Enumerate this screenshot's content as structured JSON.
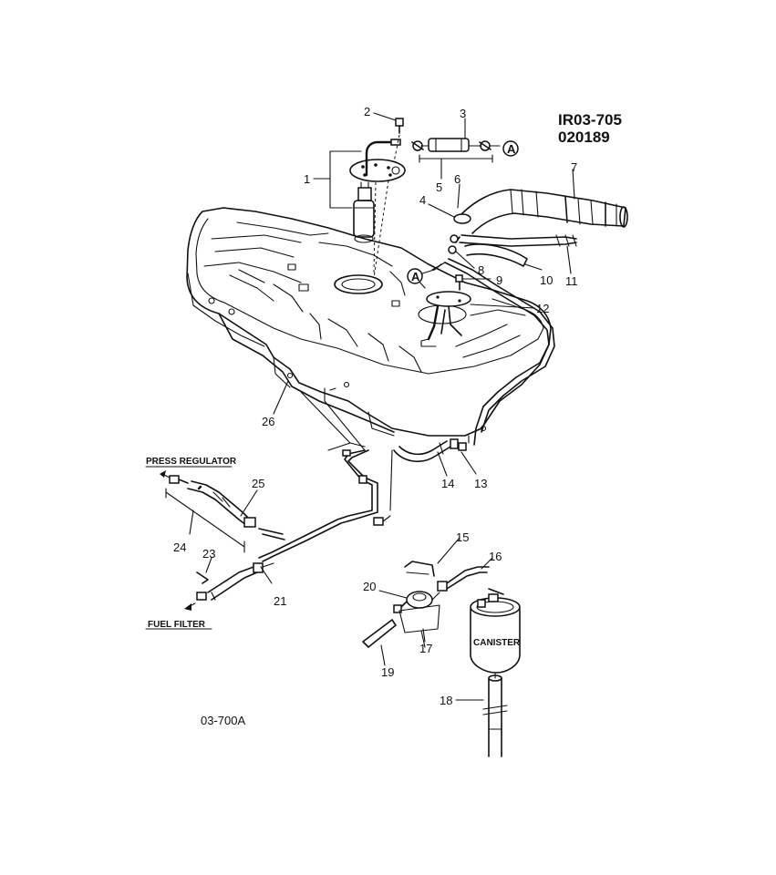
{
  "header": {
    "code_line1": "IR03-705",
    "code_line2": "020189"
  },
  "labels": {
    "press_regulator": "PRESS REGULATOR",
    "fuel_filter": "FUEL FILTER",
    "canister": "CANISTER",
    "figure_ref": "03-700A",
    "connector_a": "A"
  },
  "callouts": [
    {
      "id": "c1",
      "text": "1"
    },
    {
      "id": "c2",
      "text": "2"
    },
    {
      "id": "c3",
      "text": "3"
    },
    {
      "id": "c4",
      "text": "4"
    },
    {
      "id": "c5",
      "text": "5"
    },
    {
      "id": "c6",
      "text": "6"
    },
    {
      "id": "c7",
      "text": "7"
    },
    {
      "id": "c8",
      "text": "8"
    },
    {
      "id": "c9",
      "text": "9"
    },
    {
      "id": "c10",
      "text": "10"
    },
    {
      "id": "c11",
      "text": "11"
    },
    {
      "id": "c12",
      "text": "12"
    },
    {
      "id": "c13",
      "text": "13"
    },
    {
      "id": "c14",
      "text": "14"
    },
    {
      "id": "c15",
      "text": "15"
    },
    {
      "id": "c16",
      "text": "16"
    },
    {
      "id": "c17",
      "text": "17"
    },
    {
      "id": "c18",
      "text": "18"
    },
    {
      "id": "c19",
      "text": "19"
    },
    {
      "id": "c20",
      "text": "20"
    },
    {
      "id": "c21",
      "text": "21"
    },
    {
      "id": "c23",
      "text": "23"
    },
    {
      "id": "c24",
      "text": "24"
    },
    {
      "id": "c25",
      "text": "25"
    },
    {
      "id": "c26",
      "text": "26"
    }
  ]
}
